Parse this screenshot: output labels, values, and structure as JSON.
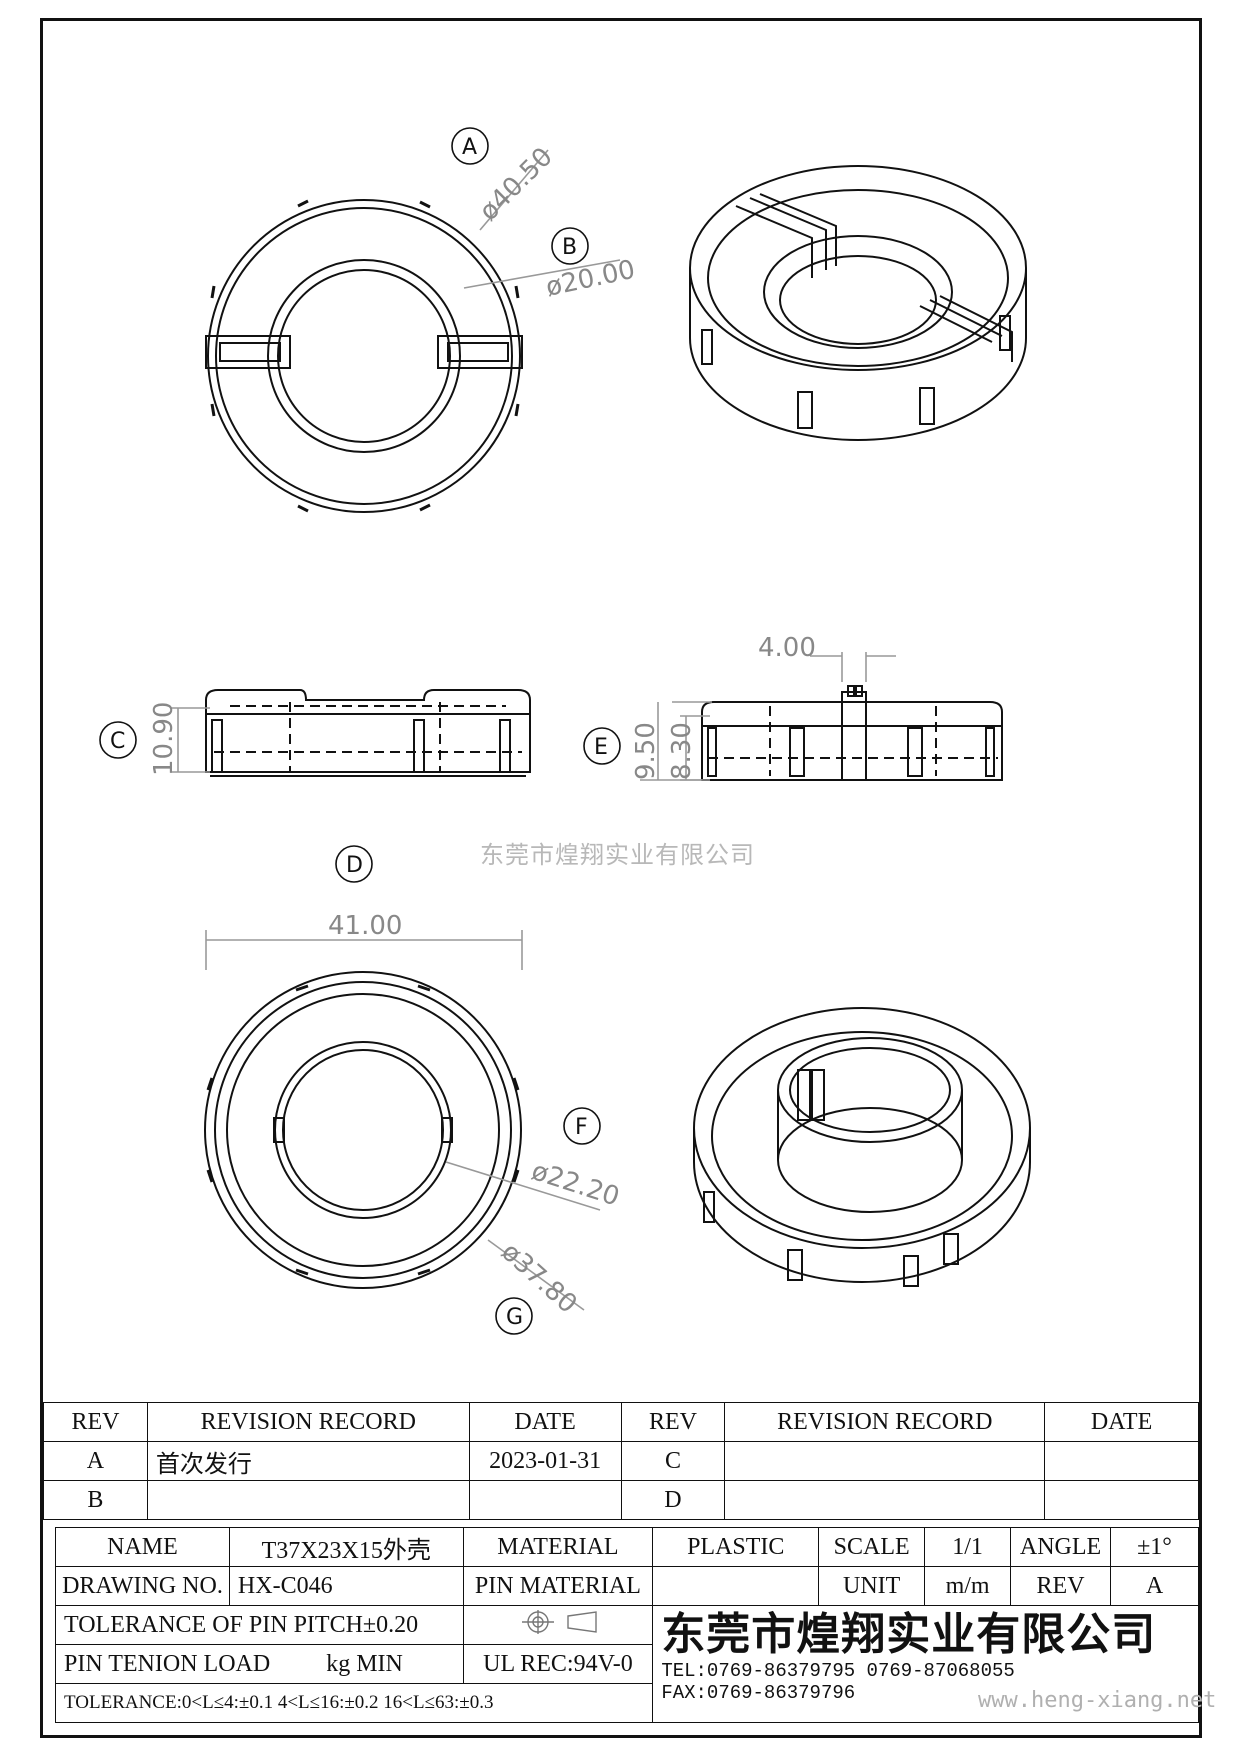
{
  "dimensions": {
    "top_outer": "ø40.50",
    "top_inner": "ø20.00",
    "side_c_height": "10.90",
    "side_e_width": "4.00",
    "side_e_h1": "9.50",
    "side_e_h2": "8.30",
    "bottom_width": "41.00",
    "bottom_inner": "ø22.20",
    "bottom_outer": "ø37.80"
  },
  "callouts": [
    "A",
    "B",
    "C",
    "D",
    "E",
    "F",
    "G"
  ],
  "watermark": "东莞市煌翔实业有限公司",
  "site_watermark": "www.heng-xiang.net",
  "revision_table": {
    "headers": [
      "REV",
      "REVISION RECORD",
      "DATE",
      "REV",
      "REVISION RECORD",
      "DATE"
    ],
    "rows": [
      [
        "A",
        "首次发行",
        "2023-01-31",
        "C",
        "",
        ""
      ],
      [
        "B",
        "",
        "",
        "D",
        "",
        ""
      ]
    ]
  },
  "title_block": {
    "name_label": "NAME",
    "name_value": "T37X23X15外壳",
    "material_label": "MATERIAL",
    "material_value": "PLASTIC",
    "scale_label": "SCALE",
    "scale_value": "1/1",
    "angle_label": "ANGLE",
    "angle_value": "±1°",
    "drawing_no_label": "DRAWING NO.",
    "drawing_no_value": "HX-C046",
    "pin_material_label": "PIN MATERIAL",
    "unit_label": "UNIT",
    "unit_value": "m/m",
    "rev_label": "REV",
    "rev_value": "A",
    "tol_pin_pitch": "TOLERANCE OF PIN PITCH±0.20",
    "pin_tension": "PIN TENION LOAD",
    "pin_tension_unit": "kg MIN",
    "ul_rec": "UL REC:94V-0",
    "tolerance": "TOLERANCE:0<L≤4:±0.1  4<L≤16:±0.2  16<L≤63:±0.3",
    "company": "东莞市煌翔实业有限公司",
    "tel": "TEL:0769-86379795   0769-87068055",
    "fax": "FAX:0769-86379796"
  }
}
